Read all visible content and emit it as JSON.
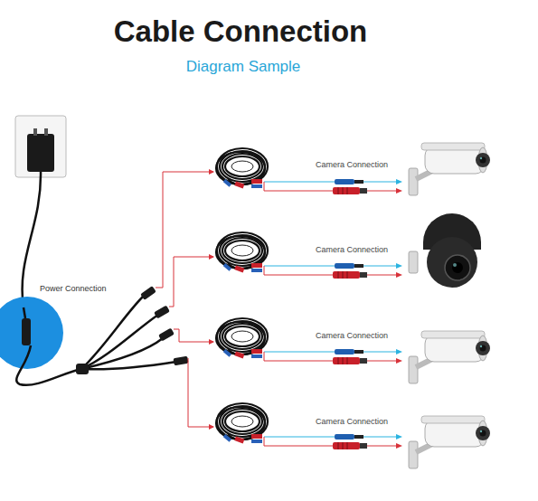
{
  "diagram": {
    "title": "Cable Connection",
    "labels": [
      "Diagram Sample",
      "Power Connection",
      "Camera Connection",
      "Camera Connection",
      "Camera Connection",
      "Camera Connection"
    ]
  }
}
